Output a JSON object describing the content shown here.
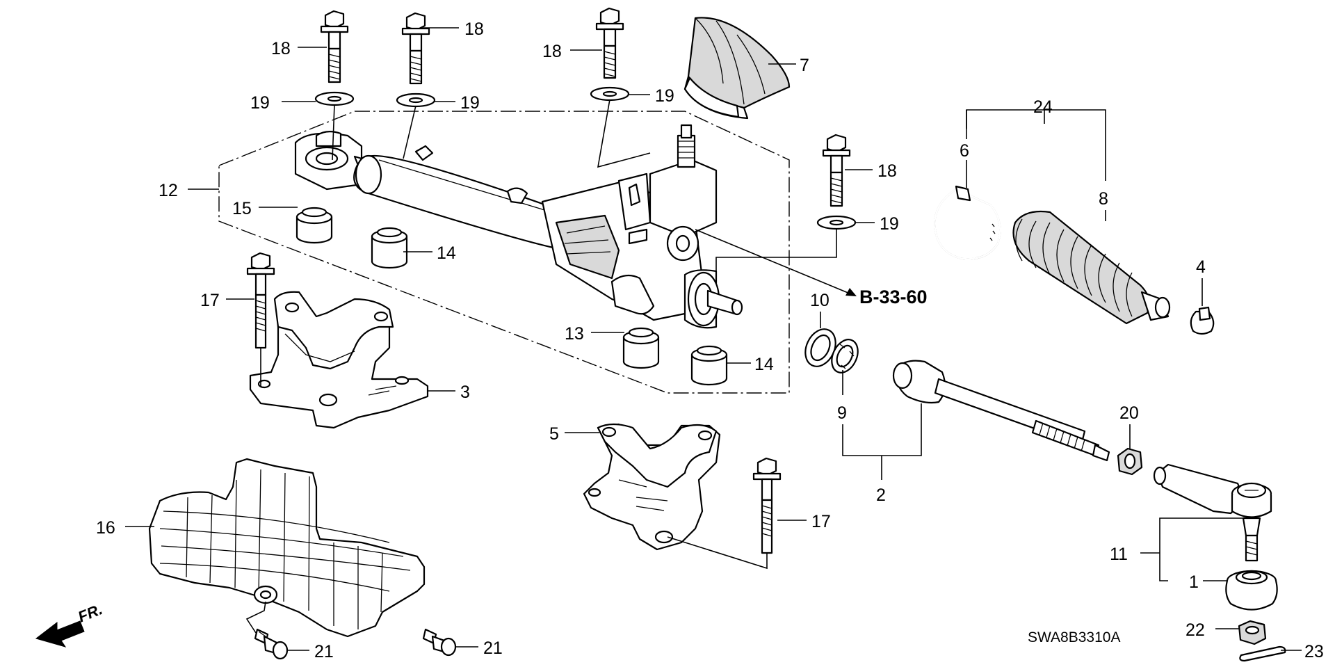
{
  "labels": {
    "p1": "1",
    "p2": "2",
    "p3": "3",
    "p4": "4",
    "p5": "5",
    "p6": "6",
    "p7": "7",
    "p8": "8",
    "p9": "9",
    "p10": "10",
    "p11": "11",
    "p12": "12",
    "p13": "13",
    "p14a": "14",
    "p14b": "14",
    "p15": "15",
    "p16": "16",
    "p17a": "17",
    "p17b": "17",
    "p18a": "18",
    "p18b": "18",
    "p18c": "18",
    "p18d": "18",
    "p19a": "19",
    "p19b": "19",
    "p19c": "19",
    "p19d": "19",
    "p20": "20",
    "p21a": "21",
    "p21b": "21",
    "p22": "22",
    "p23": "23",
    "p24": "24"
  },
  "reference": "B-33-60",
  "diagram_code": "SWA8B3310A",
  "direction_label": "FR."
}
